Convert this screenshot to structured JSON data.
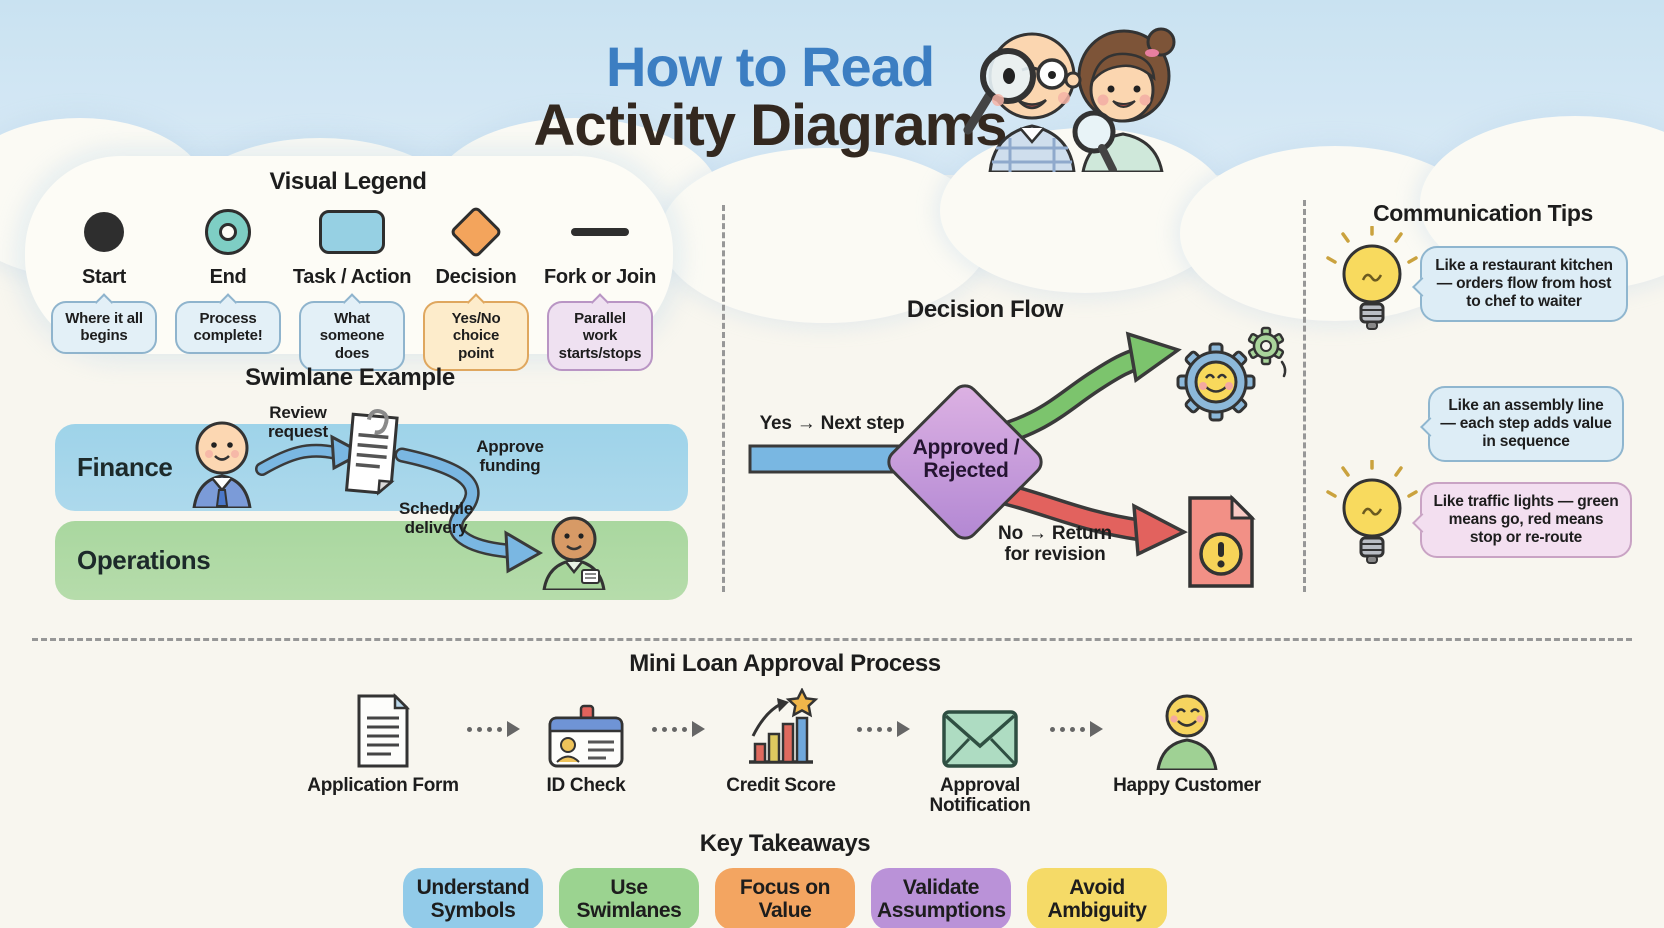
{
  "header": {
    "title_line1": "How to Read",
    "title_line2": "Activity Diagrams"
  },
  "legend": {
    "title": "Visual Legend",
    "items": [
      {
        "symbol": "start-circle",
        "label": "Start",
        "bubble": "Where it all begins"
      },
      {
        "symbol": "end-ring",
        "label": "End",
        "bubble": "Process complete!"
      },
      {
        "symbol": "task-rectangle",
        "label": "Task / Action",
        "bubble": "What someone does"
      },
      {
        "symbol": "decision-diamond",
        "label": "Decision",
        "bubble": "Yes/No choice point"
      },
      {
        "symbol": "fork-join-bar",
        "label": "Fork or Join",
        "bubble": "Parallel work starts/stops"
      }
    ]
  },
  "swimlane": {
    "title": "Swimlane Example",
    "lanes": [
      {
        "label": "Finance"
      },
      {
        "label": "Operations"
      }
    ],
    "annotations": {
      "review": "Review request",
      "approve": "Approve funding",
      "schedule": "Schedule delivery"
    }
  },
  "decision_flow": {
    "title": "Decision Flow",
    "diamond_line1": "Approved /",
    "diamond_line2": "Rejected",
    "yes_label": "Yes → Next step",
    "no_label_line1": "No → Return",
    "no_label_line2": "for revision"
  },
  "tips": {
    "title": "Communication Tips",
    "items": [
      {
        "text": "Like a restaurant kitchen — orders flow from host to chef to waiter"
      },
      {
        "text": "Like an assembly line — each step adds value in sequence"
      },
      {
        "text": "Like traffic lights — green means go, red means stop or re-route"
      }
    ]
  },
  "process": {
    "title": "Mini Loan Approval Process",
    "steps": [
      {
        "icon": "application-form-icon",
        "label": "Application Form"
      },
      {
        "icon": "id-card-icon",
        "label": "ID Check"
      },
      {
        "icon": "credit-score-icon",
        "label": "Credit Score"
      },
      {
        "icon": "envelope-icon",
        "label": "Approval Notification"
      },
      {
        "icon": "happy-customer-icon",
        "label": "Happy Customer"
      }
    ]
  },
  "takeaways": {
    "title": "Key Takeaways",
    "pills": [
      {
        "label": "Understand Symbols",
        "color": "#92cbe9"
      },
      {
        "label": "Use Swimlanes",
        "color": "#9bd390"
      },
      {
        "label": "Focus on Value",
        "color": "#f3a561"
      },
      {
        "label": "Validate Assumptions",
        "color": "#ba92d8"
      },
      {
        "label": "Avoid Ambiguity",
        "color": "#f5da67"
      }
    ]
  },
  "colors": {
    "title_blue": "#3c7ec2",
    "title_dark": "#33281f",
    "sky": "#c9e2f1",
    "background": "#f8f6ef",
    "lane_finance": "#9ed3e9",
    "lane_operations": "#a9d79f",
    "diamond_purple": "#b287d3",
    "arrow_blue": "#79b7e2",
    "arrow_green": "#7cc46d",
    "arrow_red": "#e2625e",
    "start_symbol": "#2e2e2e",
    "end_symbol": "#7ecec4",
    "task_symbol": "#96d0e3",
    "decision_symbol": "#f3a45c",
    "bulb_yellow": "#f8da5e"
  }
}
